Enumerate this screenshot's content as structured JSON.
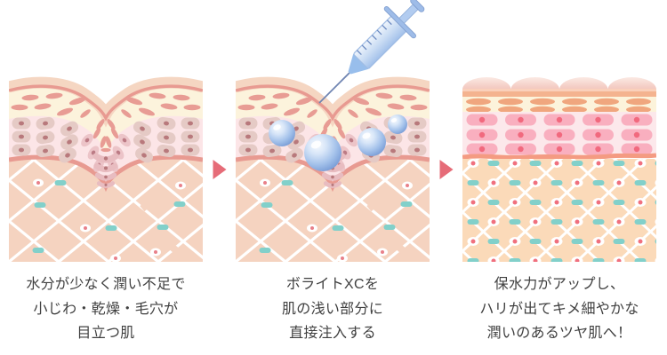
{
  "figure": {
    "kind": "three-step skin treatment process diagram",
    "background": "#FFFFFF"
  },
  "panels": [
    {
      "id": "before",
      "illustration_icon": "wrinkled-dry-skin-cross-section-icon",
      "caption_lines": [
        "水分が少なく潤い不足で",
        "小じわ・乾燥・毛穴が",
        "目立つ肌"
      ]
    },
    {
      "id": "injection",
      "illustration_icon": "syringe-injecting-moisture-droplets-icon",
      "caption_lines": [
        "ボライトXCを",
        "肌の浅い部分に",
        "直接注入する"
      ]
    },
    {
      "id": "after",
      "illustration_icon": "smooth-plump-skin-cross-section-icon",
      "caption_lines": [
        "保水力がアップし、",
        "ハリが出てキメ細やかな",
        "潤いのあるツヤ肌へ！"
      ]
    }
  ],
  "arrows": [
    {
      "icon": "arrow-right-icon",
      "color": "#E66C78"
    },
    {
      "icon": "arrow-right-icon",
      "color": "#E66C78"
    }
  ],
  "palette": {
    "caption_text": "#404040",
    "arrow_pink": "#E66C78",
    "skin_surface_peach": "#F5D6C2",
    "surface_line_salmon": "#E89A91",
    "cream_layer": "#FCF3DC",
    "cream_dash_salmon": "#E89C94",
    "pink_cell_layer": "#FCE5E7",
    "cell_fill": "#E5CAC5",
    "cell_dot": "#B8797C",
    "dermis_before": "#F5D3C0",
    "collagen_fiber_white": "#FFFFFF",
    "elastin_teal": "#82D0CA",
    "fibroblast_dot_pink": "#E8808A",
    "droplet_blue": "#7095D2",
    "syringe_blue": "#9EBCE8",
    "bump_skin_after": "#F5D0C8",
    "band_after_orange": "#F4B38F",
    "cream_oval_after": "#F0A67E",
    "cell_after_pink": "#F9AFBF",
    "cell_dot_after": "#F1697E",
    "separator_after": "#F49B82",
    "dermis_after": "#FBDAB9"
  }
}
